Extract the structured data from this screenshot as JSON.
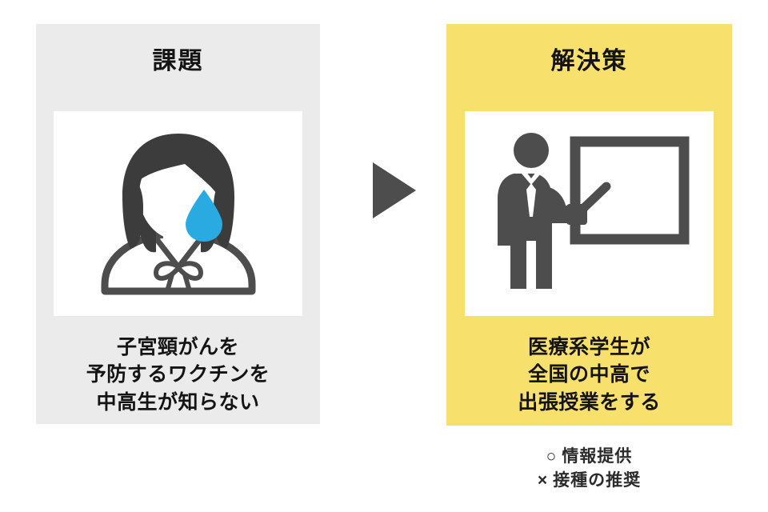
{
  "slide": {
    "background_color": "#ffffff",
    "arrow_color": "#4d4d4d"
  },
  "panels": [
    {
      "id": "problem",
      "title": "課題",
      "background_color": "#ebebeb",
      "illustration": "schoolgirl-sweating-icon",
      "illustration_colors": {
        "hair": "#3c3c3c",
        "outline": "#4d4d4d",
        "teardrop": "#29abe2",
        "face": "#ffffff"
      },
      "caption_lines": [
        "子宮頸がんを",
        "予防するワクチンを",
        "中高生が知らない"
      ]
    },
    {
      "id": "solution",
      "title": "解決策",
      "background_color": "#f8e06c",
      "illustration": "teacher-presenting-board-icon",
      "illustration_colors": {
        "figure": "#4d4d4d",
        "board_border": "#4d4d4d",
        "tie": "#ffffff"
      },
      "caption_lines": [
        "医療系学生が",
        "全国の中高で",
        "出張授業をする"
      ]
    }
  ],
  "footnote": {
    "lines": [
      {
        "mark": "○",
        "text": "情報提供"
      },
      {
        "mark": "×",
        "text": "接種の推奨"
      }
    ]
  }
}
